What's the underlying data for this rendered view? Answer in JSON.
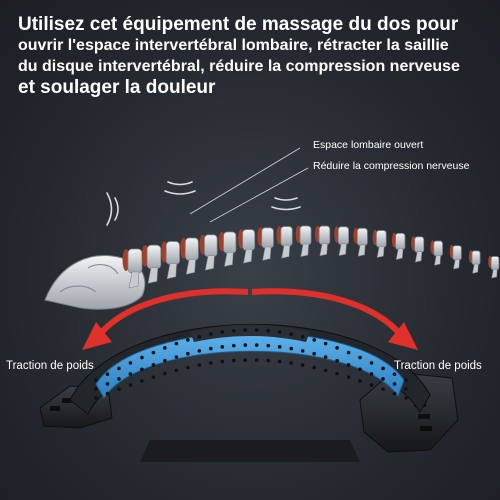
{
  "headline": {
    "line1": "Utilisez cet équipement de massage du dos pour",
    "line2": "ouvrir l'espace intervertébral lombaire, rétracter la saillie",
    "line3": "du disque intervertébral, réduire la compression nerveuse",
    "line4": "et soulager la douleur"
  },
  "annotations": {
    "open_lumbar": "Espace lombaire ouvert",
    "reduce_compression": "Réduire la compression nerveuse"
  },
  "traction": {
    "left": "Traction de poids",
    "right": "Traction de poids"
  },
  "colors": {
    "background": "#2a2e35",
    "arrow": "#e0302b",
    "pad": "#3a8fd0",
    "base": "#1e2126",
    "bone": "#dcdfe3",
    "disc": "#a0402a"
  },
  "icons": [
    "vibration-wave-icon",
    "spine-illustration",
    "massage-stretcher-device",
    "curved-arrow-icon"
  ]
}
